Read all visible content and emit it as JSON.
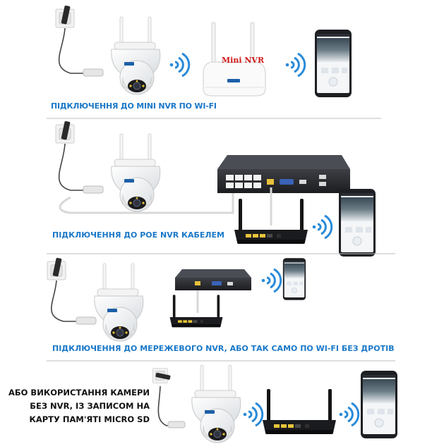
{
  "colors": {
    "caption_blue": "#1a78c8",
    "wifi_blue": "#2a8ad8",
    "nvr_red": "#d01919",
    "divider": "#bdbdbd"
  },
  "icons": [
    "power-plug-icon",
    "ptz-camera-icon",
    "wifi-waves-icon",
    "mini-nvr-router-icon",
    "poe-nvr-icon",
    "network-nvr-icon",
    "router-icon",
    "smartphone-icon"
  ],
  "panels": [
    {
      "caption": "ПІДКЛЮЧЕННЯ ДО MINI NVR ПО WI-FI",
      "device_label": "Mini NVR"
    },
    {
      "caption": "ПІДКЛЮЧЕННЯ ДО POE NVR КАБЕЛЕМ"
    },
    {
      "caption": "ПІДКЛЮЧЕННЯ ДО МЕРЕЖЕВОГО NVR, АБО ТАК САМО ПО WI-FI БЕЗ ДРОТІВ"
    },
    {
      "caption_lines": [
        "АБО ВИКОРИСТАННЯ КАМЕРИ",
        "БЕЗ NVR, ІЗ ЗАПИСОМ НА",
        "КАРТУ ПАМ'ЯТІ MICRO SD"
      ]
    }
  ]
}
